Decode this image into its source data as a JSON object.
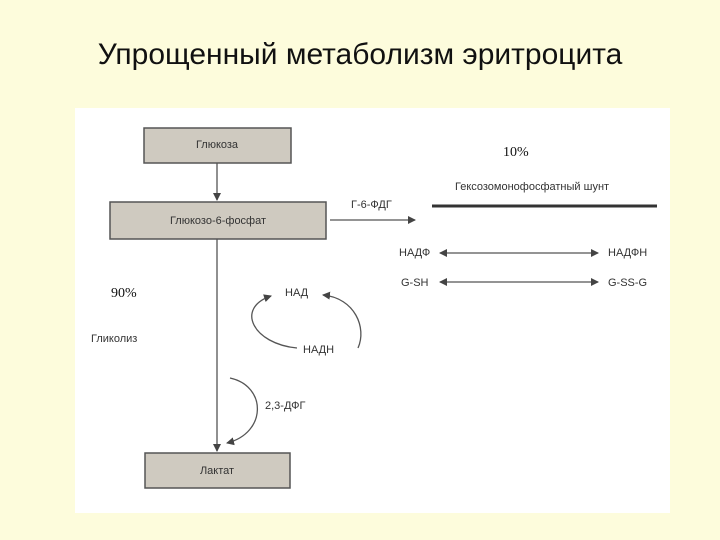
{
  "title": "Упрощенный метаболизм эритроцита",
  "diagram": {
    "boxes": {
      "glucose": "Глюкоза",
      "g6p": "Глюкозо-6-фосфат",
      "lactate": "Лактат"
    },
    "percentages": {
      "pentose": "10%",
      "glycolysis": "90%"
    },
    "labels": {
      "g6pdh": "Г-6-ФДГ",
      "hexose_shunt": "Гексозомонофосфатный шунт",
      "nadp": "НАДФ",
      "nadph": "НАДФН",
      "gsh": "G-SH",
      "gssg": "G-SS-G",
      "nad": "НАД",
      "nadh": "НАДН",
      "dpg": "2,3-ДФГ",
      "glycolysis": "Гликолиз"
    }
  }
}
